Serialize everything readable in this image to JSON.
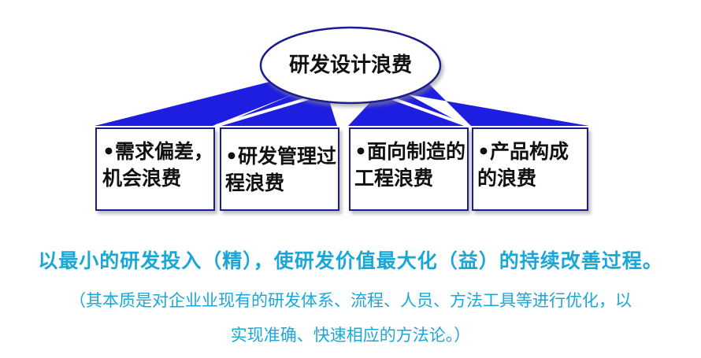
{
  "diagram": {
    "root": "研发设计浪费",
    "children": [
      "•需求偏差，\n机会浪费",
      "•研发管理过\n程浪费",
      "•面向制造的\n工程浪费",
      "•产品构成\n的浪费"
    ],
    "colors": {
      "fan_fill": "#1e1ee0",
      "box_border": "#1a1a8c",
      "text_accent": "#1aa7d8"
    }
  },
  "definition": {
    "main": "以最小的研发投入（精），使研发价值最大化（益）的持续改善过程。",
    "detail_line1": "（其本质是对企业业现有的研发体系、流程、人员、方法工具等进行优化，以",
    "detail_line2": "实现准确、快速相应的方法论。）"
  }
}
